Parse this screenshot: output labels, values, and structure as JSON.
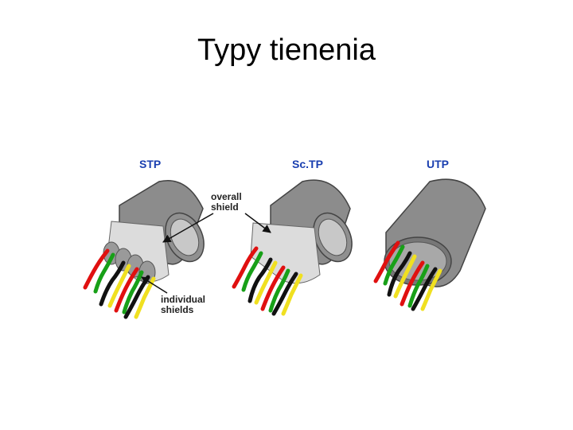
{
  "slide": {
    "title": "Typy tienenia"
  },
  "cables": [
    {
      "label": "STP"
    },
    {
      "label": "Sc.TP"
    },
    {
      "label": "UTP"
    }
  ],
  "callouts": {
    "overall_shield": [
      "overall",
      "shield"
    ],
    "individual_shields": [
      "individual",
      "shields"
    ]
  },
  "colors": {
    "label_blue": "#1a3fb0",
    "jacket": "#8c8c8c",
    "foil": "#dcdcdc",
    "wire_red": "#e01010",
    "wire_green": "#18a018",
    "wire_yellow": "#f0e020",
    "wire_black": "#111111"
  }
}
